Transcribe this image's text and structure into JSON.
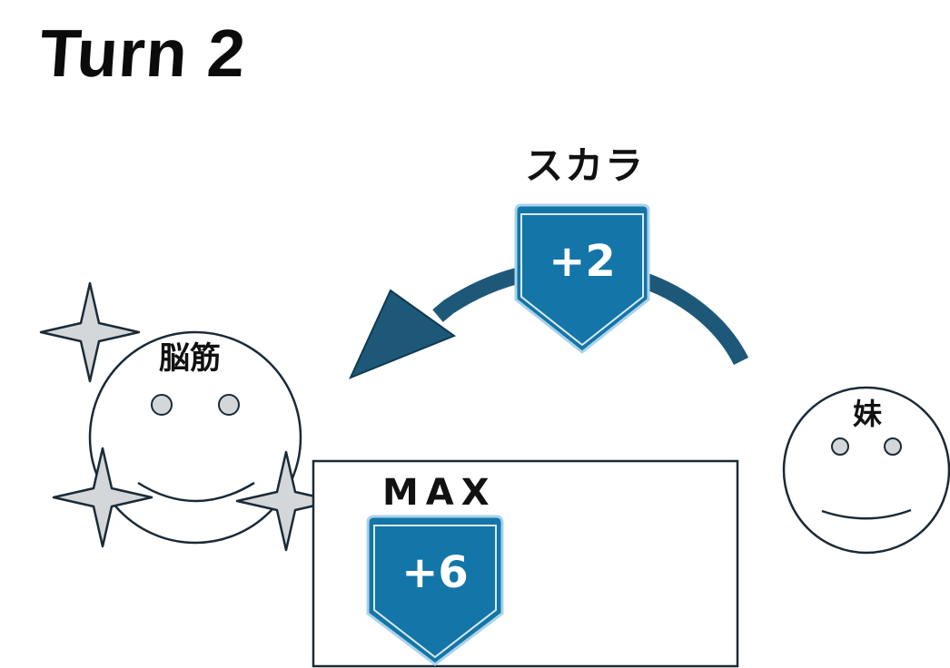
{
  "title": "Turn 2",
  "skill": {
    "name": "スカラ",
    "value": "+2"
  },
  "max_box": {
    "label": "MAX",
    "value": "+6"
  },
  "characters": {
    "left": {
      "name": "脳筋"
    },
    "right": {
      "name": "妹"
    }
  },
  "colors": {
    "badge_fill": "#1375a8",
    "badge_stroke": "#a9d3ea",
    "arrow_fill": "#1e5878",
    "face_outline": "#1a2a36",
    "sparkle_fill": "#d4d7da",
    "sparkle_stroke": "#1a2a36"
  },
  "icons": {
    "badge": "shield-icon",
    "arrow": "curved-arrow-icon",
    "sparkle": "four-point-star-icon"
  }
}
